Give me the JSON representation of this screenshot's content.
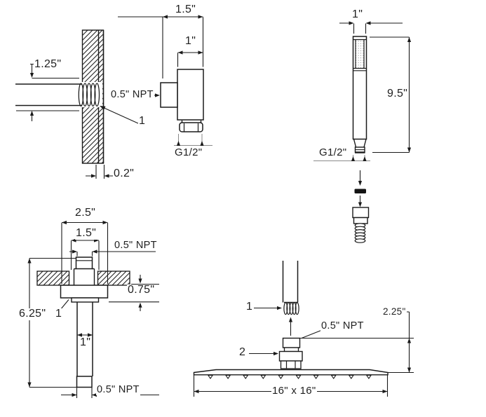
{
  "page": {
    "background_color": "#ffffff",
    "line_color": "#1a1a1a",
    "description": "Shower system installation dimension drawing"
  },
  "diagrams": {
    "wall_section": {
      "dims": {
        "offset": "1.25\"",
        "thread_type": "0.5\" NPT",
        "part_ref": "1",
        "wall_thickness": "0.2\""
      }
    },
    "wall_elbow": {
      "dims": {
        "overall_width": "1.5\"",
        "body_width": "1\"",
        "outlet": "G1/2\""
      }
    },
    "hand_shower": {
      "dims": {
        "head_width": "1\"",
        "length": "9.5\"",
        "inlet": "G1/2\""
      }
    },
    "ceiling_arm": {
      "dims": {
        "flange_width": "2.5\"",
        "escutcheon_width": "1.5\"",
        "inlet": "0.5\" NPT",
        "flange_drop": "0.75\"",
        "length": "6.25\"",
        "part_ref": "1",
        "pipe_width": "1\"",
        "outlet": "0.5\" NPT"
      }
    },
    "rain_head": {
      "dims": {
        "part_ref_1": "1",
        "inlet": "0.5\" NPT",
        "part_ref_2": "2",
        "connector_height": "2.25\"",
        "head_size": "16\" x 16\""
      }
    }
  }
}
